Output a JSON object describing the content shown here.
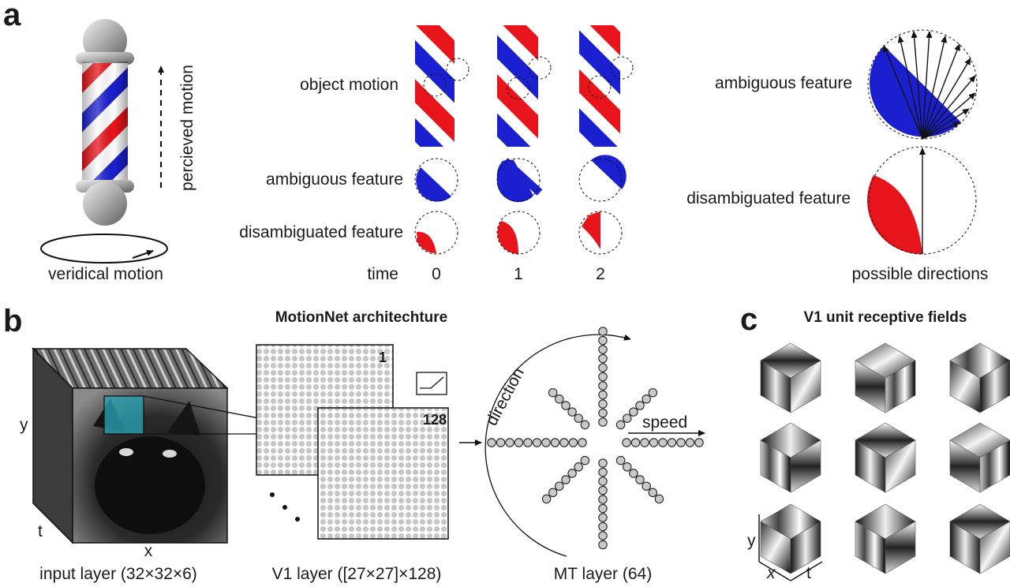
{
  "panel_a": {
    "letter": "a",
    "pole_perceived_label": "percieved motion",
    "pole_veridical_label": "veridical motion",
    "row_object": "object motion",
    "row_ambiguous": "ambiguous feature",
    "row_disambiguated": "disambiguated feature",
    "time_label": "time",
    "time_values": [
      "0",
      "1",
      "2"
    ],
    "right_ambiguous": "ambiguous feature",
    "right_disambiguated": "disambiguated feature",
    "possible_directions": "possible directions"
  },
  "panel_b": {
    "letter": "b",
    "title": "MotionNet architechture",
    "input_y": "y",
    "input_t": "t",
    "input_x": "x",
    "input_caption": "input layer (32×32×6)",
    "v1_first_index": "1",
    "v1_last_index": "128",
    "v1_caption": "V1 layer ([27×27]×128)",
    "mt_direction": "direction",
    "mt_speed": "speed",
    "mt_caption": "MT layer (64)"
  },
  "panel_c": {
    "letter": "c",
    "title": "V1 unit receptive fields",
    "axis_y": "y",
    "axis_x": "x",
    "axis_t": "t"
  },
  "colors": {
    "stripe_red": "#e8141b",
    "stripe_blue": "#1a1fd0",
    "patch_teal": "#2aa7b8",
    "grid_dot": "#c6c6c6"
  }
}
